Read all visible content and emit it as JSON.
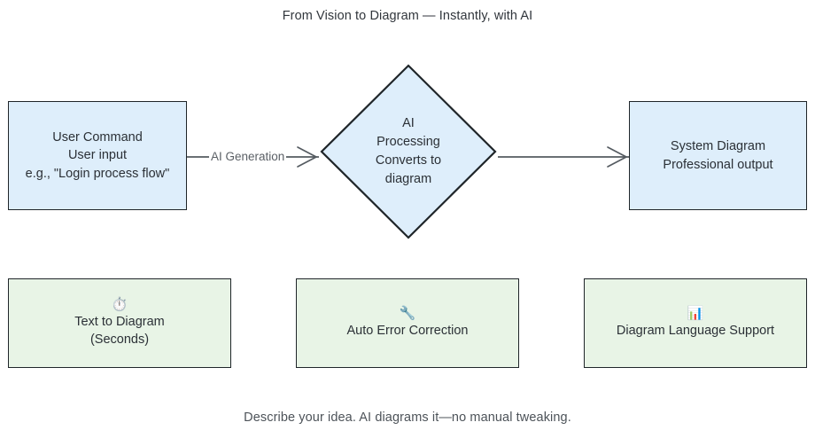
{
  "page": {
    "title": "From Vision to Diagram — Instantly, with AI",
    "footer": "Describe your idea. AI diagrams it—no manual tweaking.",
    "background": "#ffffff"
  },
  "theme": {
    "process_fill": "#deeefb",
    "feature_fill": "#e8f4e6",
    "node_stroke": "#1f2529",
    "edge_stroke": "#555b61",
    "text_color": "#2b3036",
    "label_color": "#5b6066"
  },
  "flow": {
    "nodes": [
      {
        "id": "user-command",
        "shape": "rect",
        "kind": "process",
        "lines": [
          "User Command",
          "User input",
          "e.g., \"Login process flow\""
        ]
      },
      {
        "id": "ai-processing",
        "shape": "diamond",
        "kind": "decision",
        "lines": [
          "AI",
          "Processing",
          "Converts to",
          "diagram"
        ]
      },
      {
        "id": "system-diagram",
        "shape": "rect",
        "kind": "process",
        "lines": [
          "System Diagram",
          "Professional output"
        ]
      }
    ],
    "edges": [
      {
        "id": "edge-1",
        "from": "user-command",
        "to": "ai-processing",
        "label": "AI Generation",
        "arrow": "open"
      },
      {
        "id": "edge-2",
        "from": "ai-processing",
        "to": "system-diagram",
        "label": "",
        "arrow": "open"
      }
    ]
  },
  "features": [
    {
      "id": "text-to-diagram",
      "icon": "⏱️",
      "icon_name": "stopwatch-icon",
      "lines": [
        "Text to Diagram",
        "(Seconds)"
      ]
    },
    {
      "id": "auto-error-correction",
      "icon": "🔧",
      "icon_name": "wrench-icon",
      "lines": [
        "Auto Error Correction"
      ]
    },
    {
      "id": "diagram-language-support",
      "icon": "📊",
      "icon_name": "bar-chart-icon",
      "lines": [
        "Diagram Language Support"
      ]
    }
  ]
}
